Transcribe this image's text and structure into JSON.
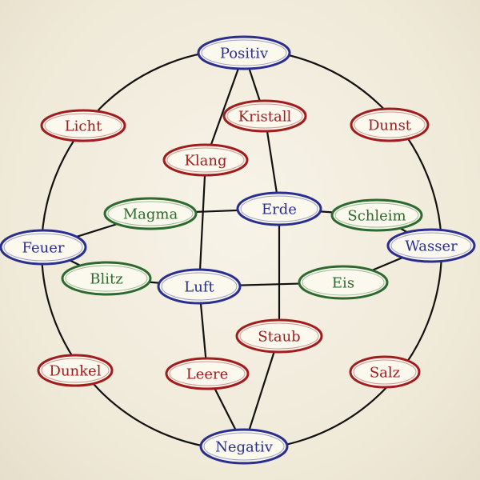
{
  "colors": {
    "background": "#efe9d8",
    "edge": "#111111",
    "node_fill": "#fbf8ee",
    "blue": "#2a2f8f",
    "red": "#a11d1d",
    "green": "#2d6a2d"
  },
  "nodes": [
    {
      "id": "positiv",
      "label": "Positiv",
      "color": "blue"
    },
    {
      "id": "kristall",
      "label": "Kristall",
      "color": "red"
    },
    {
      "id": "licht",
      "label": "Licht",
      "color": "red"
    },
    {
      "id": "dunst",
      "label": "Dunst",
      "color": "red"
    },
    {
      "id": "klang",
      "label": "Klang",
      "color": "red"
    },
    {
      "id": "magma",
      "label": "Magma",
      "color": "green"
    },
    {
      "id": "erde",
      "label": "Erde",
      "color": "blue"
    },
    {
      "id": "schleim",
      "label": "Schleim",
      "color": "green"
    },
    {
      "id": "feuer",
      "label": "Feuer",
      "color": "blue"
    },
    {
      "id": "wasser",
      "label": "Wasser",
      "color": "blue"
    },
    {
      "id": "blitz",
      "label": "Blitz",
      "color": "green"
    },
    {
      "id": "luft",
      "label": "Luft",
      "color": "blue"
    },
    {
      "id": "eis",
      "label": "Eis",
      "color": "green"
    },
    {
      "id": "staub",
      "label": "Staub",
      "color": "red"
    },
    {
      "id": "dunkel",
      "label": "Dunkel",
      "color": "red"
    },
    {
      "id": "leere",
      "label": "Leere",
      "color": "red"
    },
    {
      "id": "salz",
      "label": "Salz",
      "color": "red"
    },
    {
      "id": "negativ",
      "label": "Negativ",
      "color": "blue"
    }
  ],
  "edges": [
    [
      "positiv",
      "klang"
    ],
    [
      "klang",
      "luft"
    ],
    [
      "luft",
      "leere"
    ],
    [
      "leere",
      "negativ"
    ],
    [
      "positiv",
      "kristall"
    ],
    [
      "kristall",
      "erde"
    ],
    [
      "erde",
      "staub"
    ],
    [
      "staub",
      "negativ"
    ],
    [
      "feuer",
      "magma"
    ],
    [
      "magma",
      "erde"
    ],
    [
      "erde",
      "schleim"
    ],
    [
      "schleim",
      "wasser"
    ],
    [
      "feuer",
      "blitz"
    ],
    [
      "blitz",
      "luft"
    ],
    [
      "luft",
      "eis"
    ],
    [
      "eis",
      "wasser"
    ]
  ]
}
